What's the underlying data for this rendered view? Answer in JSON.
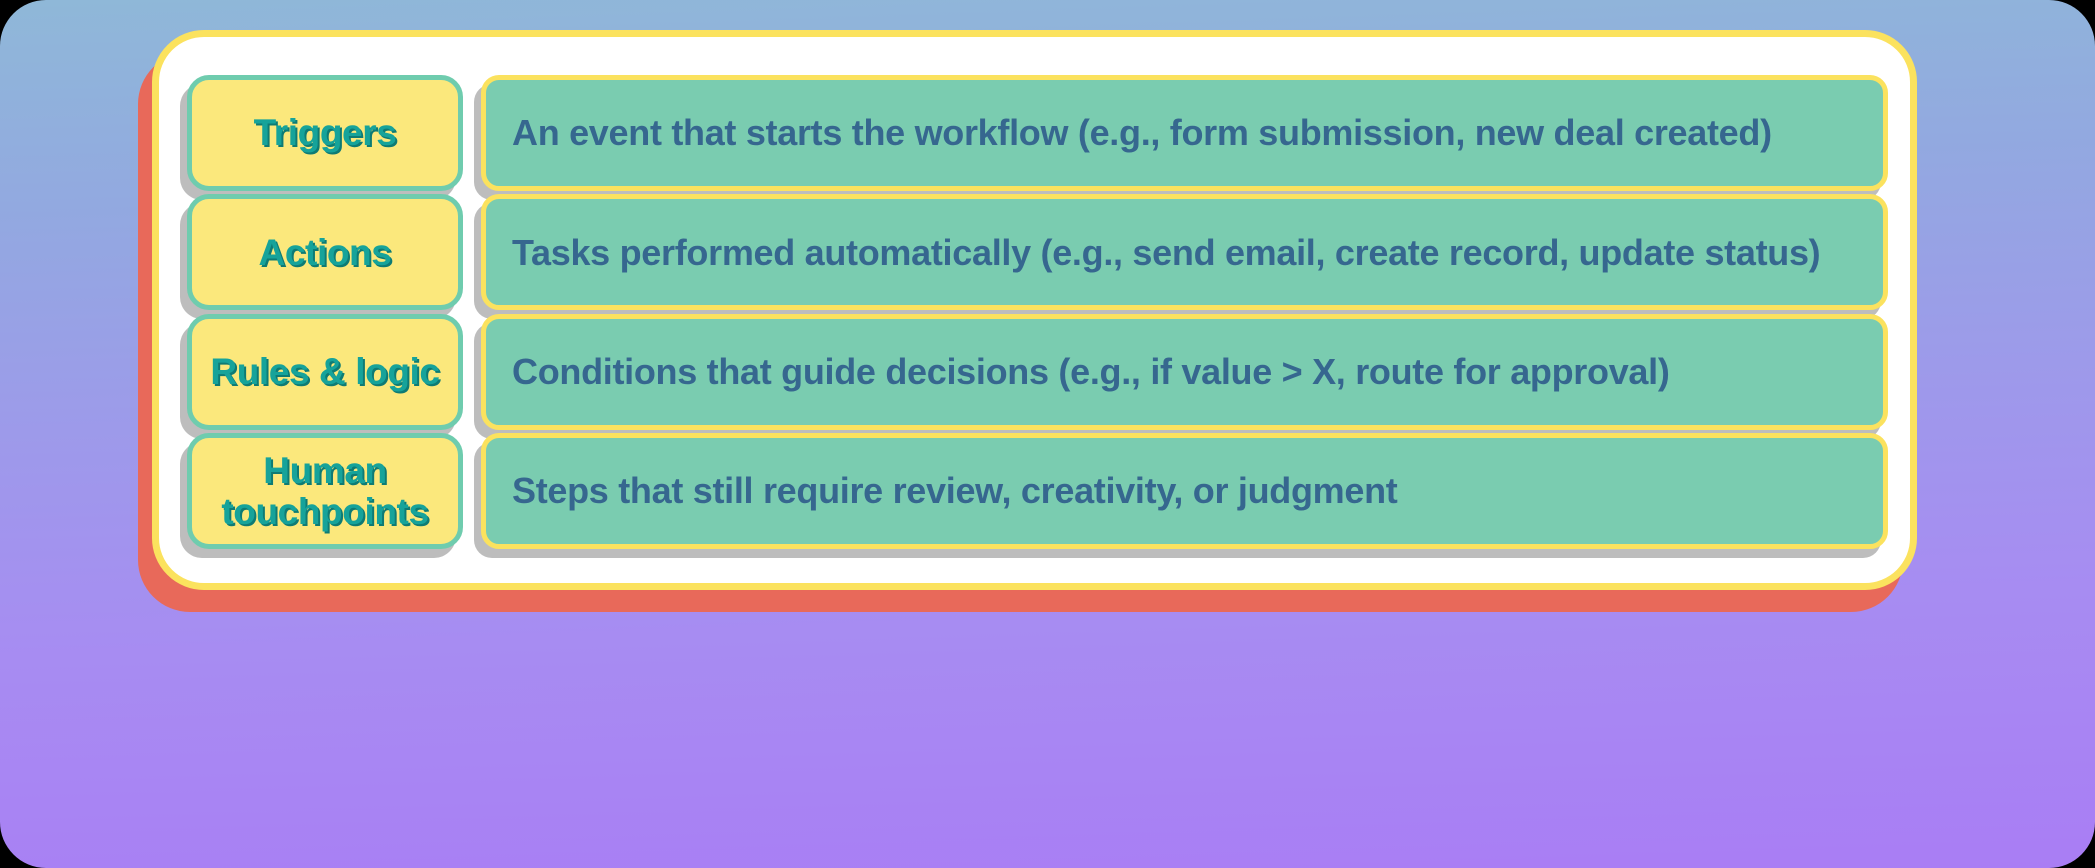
{
  "theme": {
    "background_gradient_from": "#8FB8D8",
    "background_gradient_to": "#A97DF4",
    "card_background": "#FFFFFF",
    "card_border": "#FBE25E",
    "card_shadow": "#E8695A",
    "label_background": "#FBE87C",
    "label_border": "#6FCCAE",
    "label_text_color": "#16A39A",
    "desc_background": "#7ACCB0",
    "desc_border": "#FBE25E",
    "desc_text_color": "#36678F",
    "box_shadow": "#BDBDBD"
  },
  "rows": [
    {
      "label": "Triggers",
      "description": "An event that starts the workflow (e.g., form submission, new deal created)"
    },
    {
      "label": "Actions",
      "description": "Tasks performed automatically (e.g., send email, create record, update status)"
    },
    {
      "label": "Rules & logic",
      "description": "Conditions that guide decisions (e.g., if value > X, route for approval)"
    },
    {
      "label": "Human touchpoints",
      "description": "Steps that still require review, creativity, or judgment"
    }
  ]
}
